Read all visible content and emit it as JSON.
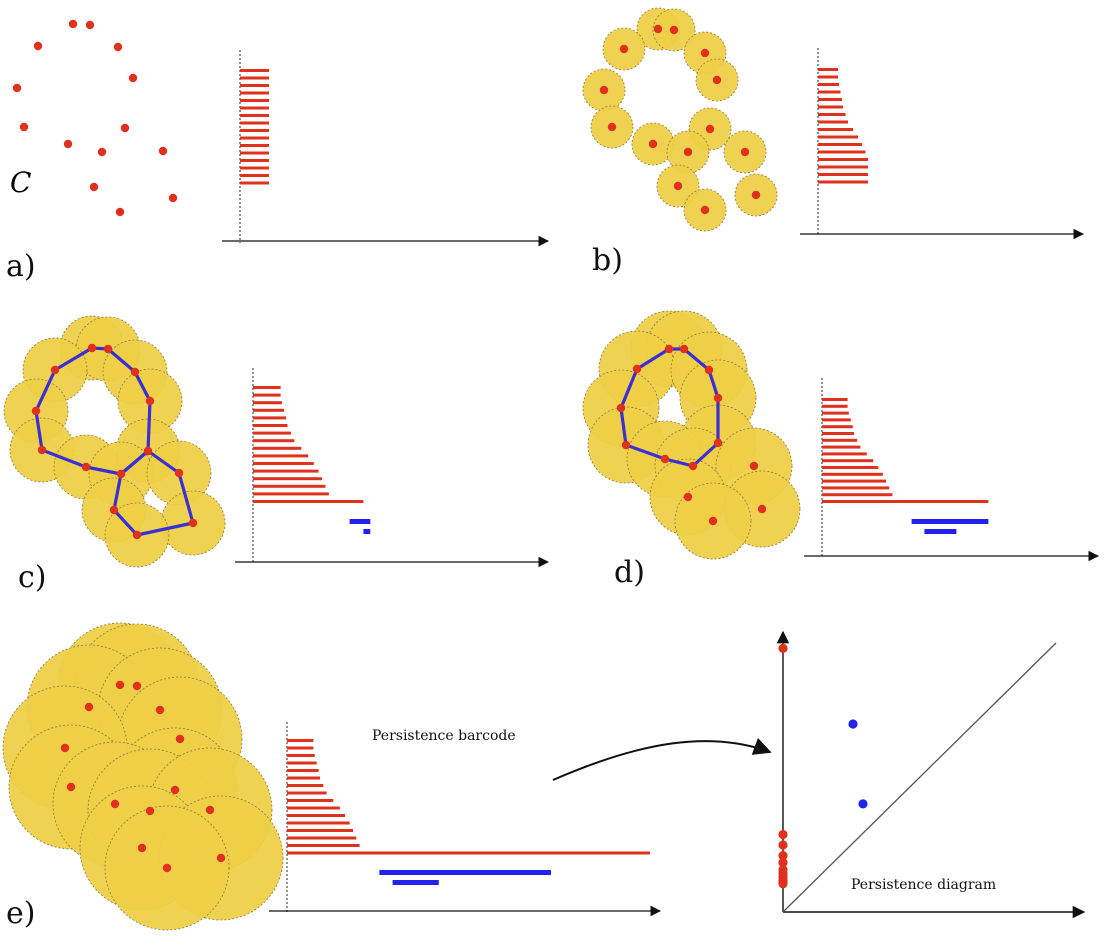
{
  "colors": {
    "point": "#e0301e",
    "ball_fill": "#efcf45",
    "ball_stroke": "#8a7a4a",
    "edge": "#3a2fd6",
    "bar_h0": "#e0301e",
    "bar_h1": "#2222ee",
    "axis": "#111111",
    "pd_h0_point": "#e0301e",
    "pd_h1_point": "#2222ee"
  },
  "point_set_label": "C",
  "panel_labels": [
    "a)",
    "b)",
    "c)",
    "d)",
    "e)"
  ],
  "barcode_label": "Persistence barcode",
  "diagram_label": "Persistence diagram",
  "icons": [
    "arrow-icon"
  ],
  "chart_data": [
    {
      "type": "barcode",
      "panel": "a)",
      "h0": [
        0,
        0,
        0,
        0,
        0,
        0,
        0,
        0,
        0,
        0,
        0,
        0,
        0,
        0,
        0,
        0
      ],
      "h1": []
    },
    {
      "type": "barcode",
      "panel": "b)",
      "h0": [
        0.4,
        0.4,
        0.42,
        0.45,
        0.48,
        0.5,
        0.55,
        0.6,
        0.7,
        0.8,
        0.88,
        0.95,
        1.0,
        1.0,
        1.0,
        1.0
      ],
      "h1": []
    },
    {
      "type": "barcode",
      "panel": "c)",
      "h0": [
        0.4,
        0.4,
        0.42,
        0.45,
        0.48,
        0.5,
        0.55,
        0.6,
        0.7,
        0.8,
        0.88,
        0.95,
        1.0,
        1.05,
        1.1,
        1.6
      ],
      "h1": [
        [
          1.4,
          1.7
        ],
        [
          1.6,
          1.7
        ]
      ]
    },
    {
      "type": "barcode",
      "panel": "d)",
      "h0": [
        0.4,
        0.4,
        0.42,
        0.45,
        0.48,
        0.5,
        0.55,
        0.6,
        0.7,
        0.8,
        0.88,
        0.95,
        1.0,
        1.05,
        1.1,
        2.6
      ],
      "h1": [
        [
          1.4,
          2.6
        ],
        [
          1.6,
          2.1
        ]
      ]
    },
    {
      "type": "barcode",
      "panel": "e)",
      "h0": [
        0.4,
        0.4,
        0.42,
        0.45,
        0.48,
        0.5,
        0.55,
        0.6,
        0.7,
        0.8,
        0.88,
        0.95,
        1.0,
        1.05,
        1.1,
        5.5
      ],
      "h1": [
        [
          1.4,
          4.0
        ],
        [
          1.6,
          2.3
        ]
      ]
    },
    {
      "type": "scatter",
      "panel": "persistence diagram",
      "h0": [
        [
          0,
          0.4
        ],
        [
          0,
          0.42
        ],
        [
          0,
          0.45
        ],
        [
          0,
          0.5
        ],
        [
          0,
          0.55
        ],
        [
          0,
          0.6
        ],
        [
          0,
          0.7
        ],
        [
          0,
          0.8
        ],
        [
          0,
          0.95
        ],
        [
          0,
          1.1
        ],
        [
          0,
          5.5
        ]
      ],
      "h1": [
        [
          1.4,
          4.0
        ],
        [
          1.6,
          2.3
        ]
      ]
    }
  ]
}
